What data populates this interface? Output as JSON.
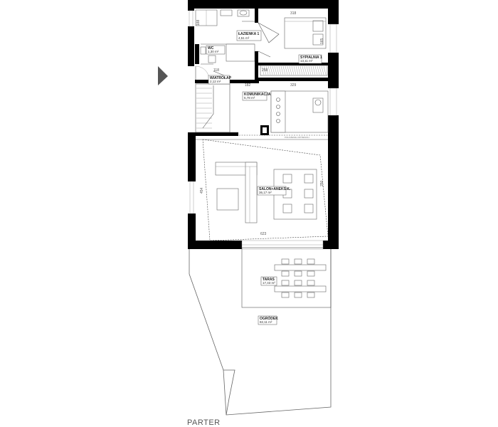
{
  "rooms": {
    "lazienka": {
      "name": "ŁAZIENKA 1",
      "area": "4,51 m²"
    },
    "wc": {
      "name": "WC",
      "area": "1,30 m²"
    },
    "wiatrolap": {
      "name": "WIATROŁAP",
      "area": "2,12 m²"
    },
    "komunikacja": {
      "name": "KOMUNIKACJA",
      "area": "5,78 m²"
    },
    "sypialnia": {
      "name": "SYPIALNIA 1",
      "area": "13,11 m²"
    },
    "salon": {
      "name": "SALON+ANEKS K.",
      "area": "36,17 m²"
    },
    "taras": {
      "name": "TARAS",
      "area": "17,43 m²"
    },
    "ogrodek": {
      "name": "OGRÓDEK",
      "area": "82,11 m²"
    }
  },
  "dimensions": {
    "d318": "318",
    "d188": "188",
    "d182": "182",
    "d329": "329",
    "d623": "623",
    "d454": "454",
    "d250": "250",
    "d165": "165",
    "d118": "118",
    "d258": "258"
  },
  "notes": {
    "gallery_note": "POŁOŻENIE ANTRESOLI"
  },
  "caption": "PARTER"
}
